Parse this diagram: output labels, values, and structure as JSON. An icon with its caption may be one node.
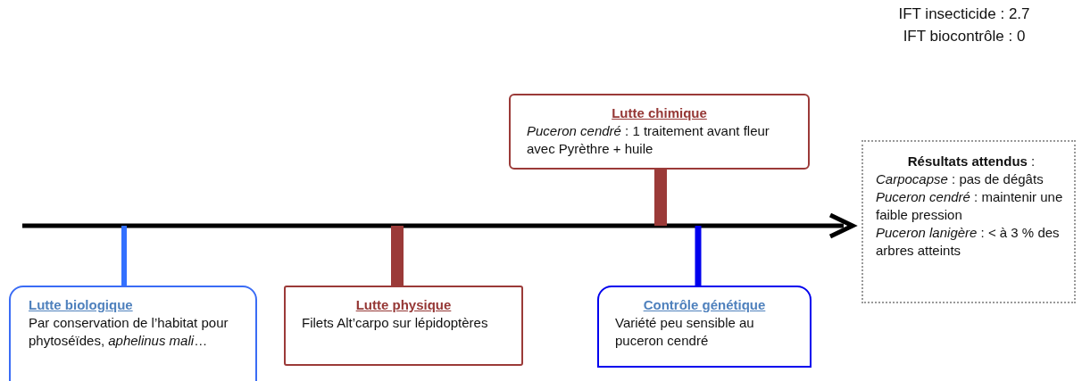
{
  "diagram": {
    "nodes": [
      {
        "text": [
          "Lutte biologique",
          "Par conservation de l’habitat pour phytoséïdes, *aphelinus mali*…"
        ]
      },
      {
        "text": [
          "Lutte physique",
          "Filets Alt’carpo sur lépidoptères"
        ]
      },
      {
        "text": [
          "Lutte chimique",
          "*Puceron cendré* : 1 traitement avant fleur avec Pyrèthre + huile"
        ]
      },
      {
        "text": [
          "Contrôle génétique",
          "Variété peu sensible au puceron cendré"
        ]
      },
      {
        "text": [
          "**Résultats attendus** :",
          "*Carpocapse* : pas de dégâts",
          "*Puceron cendré* : maintenir une faible pression",
          "*Puceron lanigère* : < à 3 % des arbres atteints"
        ]
      }
    ],
    "labels": [
      "IFT insecticide : 2.7",
      "IFT biocontrôle : 0"
    ]
  }
}
